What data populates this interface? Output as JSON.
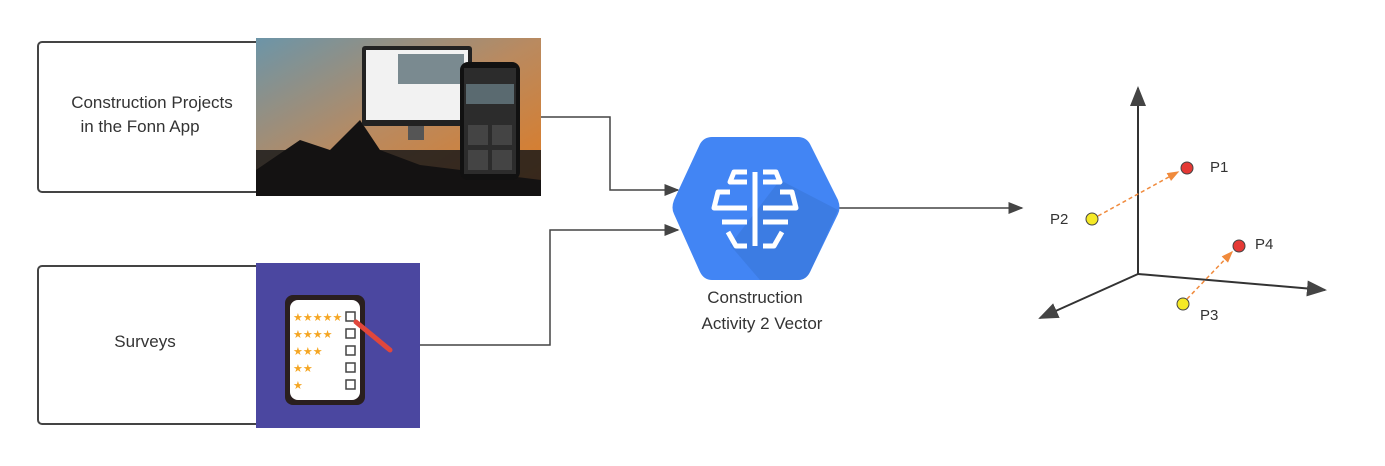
{
  "inputs": [
    {
      "label_lines": [
        "Construction Projects",
        "in the Fonn App"
      ],
      "image": "fonn-app-devices-on-construction-site-photo"
    },
    {
      "label_lines": [
        "Surveys"
      ],
      "image": "survey-star-rating-checklist-icon"
    }
  ],
  "model": {
    "label_lines": [
      "Construction",
      "Activity 2 Vector"
    ],
    "icon": "brain-icon",
    "color": "#4285f4"
  },
  "vector_space": {
    "points": [
      {
        "label": "P1",
        "color": "#e53935"
      },
      {
        "label": "P2",
        "color": "#f5e926"
      },
      {
        "label": "P3",
        "color": "#f5e926"
      },
      {
        "label": "P4",
        "color": "#e53935"
      }
    ],
    "arrow_color": "#f08a3c"
  }
}
